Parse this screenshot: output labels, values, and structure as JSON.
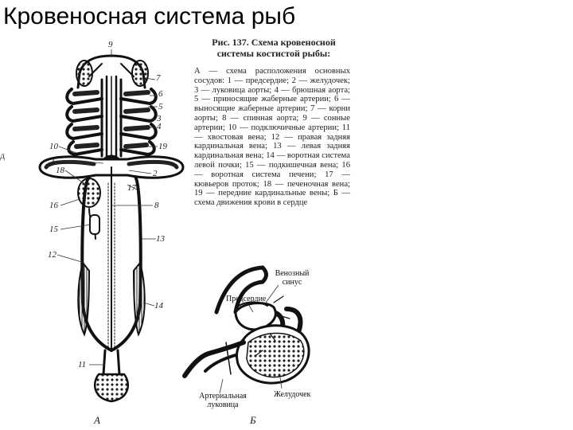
{
  "slide": {
    "title": "Кровеносная система рыб",
    "edge_mark": "д"
  },
  "figure": {
    "caption_title_line1": "Рис. 137. Схема кровеносной",
    "caption_title_line2": "системы костистой рыбы:",
    "caption_text": "А — схема расположения основных сосудов: 1 — предсердие; 2 — желудочек; 3 — луковица аорты; 4 — брюшная аорта; 5 — приносящие жаберные артерии; 6 — выносящие жаберные артерии; 7 — корни аорты; 8 — спинная аорта; 9 — сонные артерии; 10 — подключичные артерии; 11 — хвостовая вена; 12 — правая задняя кардинальная вена; 13 — левая задняя кардинальная вена; 14 — воротная система левой почки; 15 — подкишечная вена; 16 — воротная система печени; 17 — кювьеров проток; 18 — печеночная вена; 19 — передние кардинальные вены; Б — схема движения крови в сердце",
    "panel_a_letter": "А",
    "panel_b_letter": "Б",
    "labels_a": {
      "n9": "9",
      "n7": "7",
      "n6": "6",
      "n5": "5",
      "n3": "3",
      "n4": "4",
      "n10": "10",
      "n19": "19",
      "n1": "1",
      "n18": "18",
      "n2": "2",
      "n17": "17",
      "n16": "16",
      "n8": "8",
      "n15": "15",
      "n13": "13",
      "n12": "12",
      "n14": "14",
      "n11": "11"
    },
    "labels_b": {
      "venous_sinus_l1": "Венозный",
      "venous_sinus_l2": "синус",
      "atrium": "Предсердие",
      "ventricle": "Желудочек",
      "bulbus_l1": "Артериальная",
      "bulbus_l2": "луковица"
    }
  }
}
